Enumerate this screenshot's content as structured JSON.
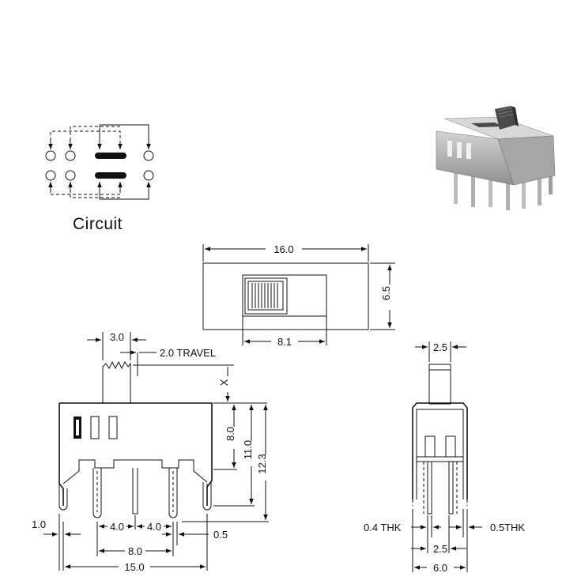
{
  "circuit": {
    "title": "Circuit"
  },
  "top_view": {
    "width_label": "16.0",
    "height_label": "6.5",
    "slot_label": "8.1"
  },
  "side_view": {
    "knob_label": "3.0",
    "travel_label": "2.0  TRAVEL",
    "x_label": "X",
    "h1_label": "8.0",
    "h2_label": "11.0",
    "h3_label": "12.3",
    "pitch_a_label": "4.0",
    "pitch_b_label": "4.0",
    "span_label": "8.0",
    "total_label": "15.0",
    "left_label": "1.0",
    "right_label": "0.5"
  },
  "end_view": {
    "knob_label": "2.5",
    "thk_left_label": "0.4 THK",
    "thk_right_label": "0.5THK",
    "pitch_label": "2.5",
    "width_label": "6.0"
  },
  "colors": {
    "ink": "#111111",
    "body_gray": "#8c8c8c",
    "body_light": "#c4c4c4",
    "background": "#ffffff"
  }
}
